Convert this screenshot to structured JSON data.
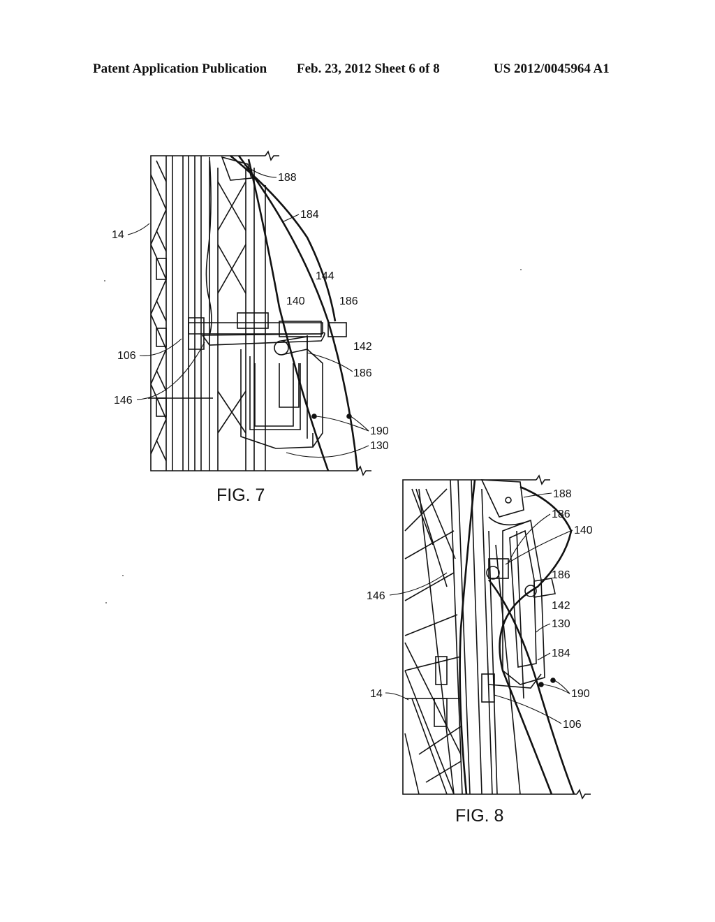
{
  "header": {
    "publication": "Patent Application Publication",
    "date_sheet": "Feb. 23, 2012   Sheet 6 of 8",
    "number": "US 2012/0045964 A1"
  },
  "fig7": {
    "caption": "FIG. 7",
    "labels": {
      "l188": "188",
      "l184": "184",
      "l14": "14",
      "l144": "144",
      "l140": "140",
      "l186a": "186",
      "l142": "142",
      "l106": "106",
      "l186b": "186",
      "l146": "146",
      "l190": "190",
      "l130": "130"
    }
  },
  "fig8": {
    "caption": "FIG. 8",
    "labels": {
      "l188": "188",
      "l186a": "186",
      "l140": "140",
      "l186b": "186",
      "l146": "146",
      "l142": "142",
      "l130": "130",
      "l184": "184",
      "l14": "14",
      "l190": "190",
      "l106": "106"
    }
  }
}
